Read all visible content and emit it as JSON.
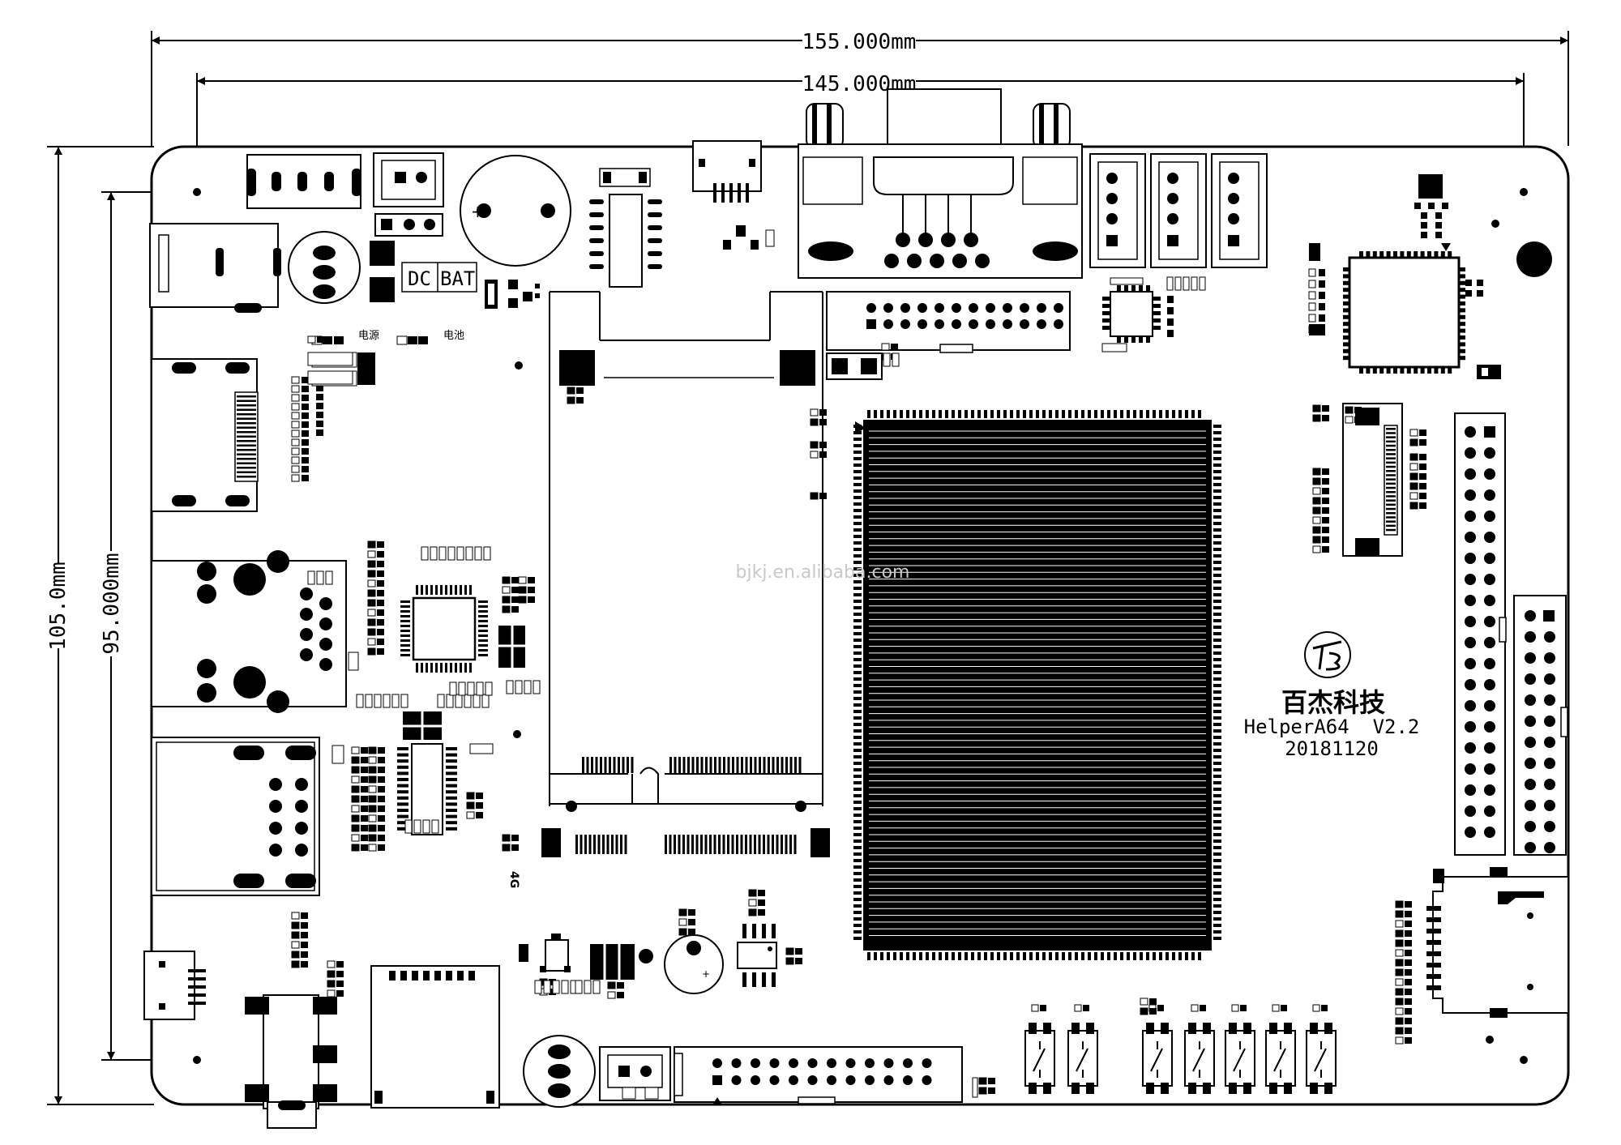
{
  "dimensions": {
    "outer_width": "155.000mm",
    "inner_width": "145.000mm",
    "outer_height": "105.0mm",
    "inner_height": "95.000mm"
  },
  "board": {
    "company_name": "百杰科技",
    "model": "HelperA64  V2.2",
    "date": "20181120",
    "watermark": "bjkj.en.alibaba.com"
  },
  "labels": {
    "dc": "DC",
    "bat": "BAT",
    "power": "电源",
    "battery": "电池",
    "antenna_4g": "4G"
  },
  "colors": {
    "ink": "#000000",
    "paper": "#ffffff",
    "watermark": "#c8c8c8"
  }
}
